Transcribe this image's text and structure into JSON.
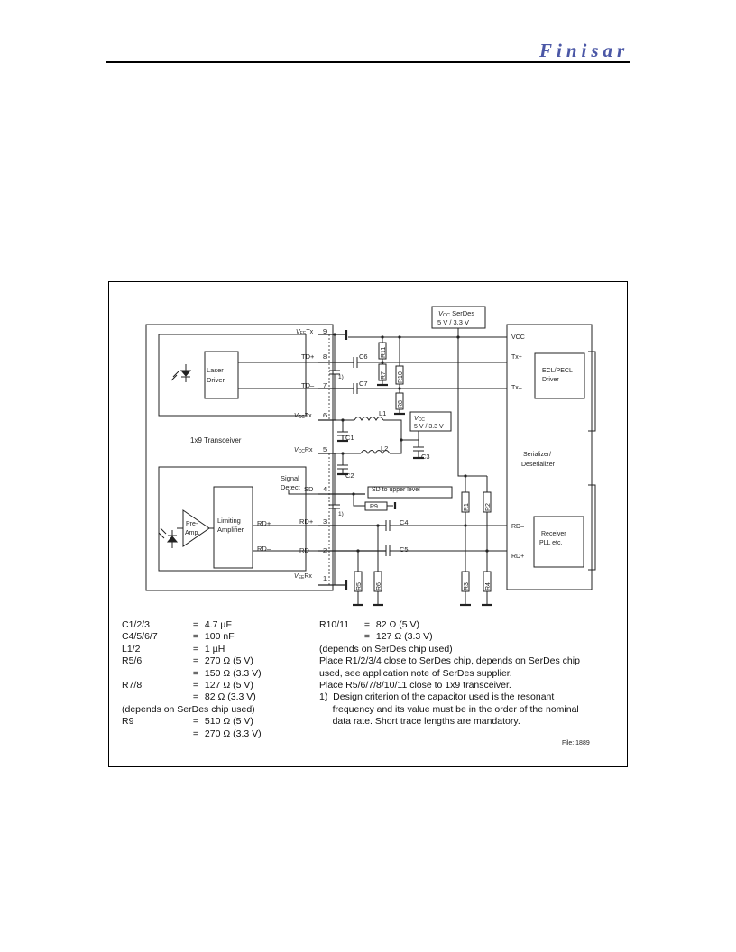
{
  "header": {
    "brand": "Finisar"
  },
  "figure": {
    "transceiver_label": "1x9 Transceiver",
    "laser_driver": [
      "Laser",
      "Driver"
    ],
    "preamp": [
      "Pre-",
      "Amp."
    ],
    "limiting_amp": [
      "Limiting",
      "Amplifier"
    ],
    "signal_detect": [
      "Signal",
      "Detect"
    ],
    "serdes_supply": [
      "SerDes",
      "5 V / 3.3 V"
    ],
    "vcc_supply": "5 V / 3.3 V",
    "serdes_label": [
      "Serializer/",
      "Deserializer"
    ],
    "ecl_driver": [
      "ECL/PECL",
      "Driver"
    ],
    "receiver_pll": [
      "Receiver",
      "PLL etc."
    ],
    "sd_box": "SD to upper level",
    "pins": [
      {
        "num": "9",
        "name": "VEETx"
      },
      {
        "num": "8",
        "name": "TD+"
      },
      {
        "num": "7",
        "name": "TD–"
      },
      {
        "num": "6",
        "name": "VCCTx"
      },
      {
        "num": "5",
        "name": "VCCRx"
      },
      {
        "num": "4",
        "name": "SD"
      },
      {
        "num": "3",
        "name": "RD+"
      },
      {
        "num": "2",
        "name": "RD–"
      },
      {
        "num": "1",
        "name": "VEERx"
      }
    ],
    "left_rd": [
      "RD+",
      "RD–"
    ],
    "serdes_pins": [
      "VCC",
      "Tx+",
      "Tx–",
      "RD–",
      "RD+"
    ],
    "components": {
      "c1": "C1",
      "c2": "C2",
      "c3": "C3",
      "c4": "C4",
      "c5": "C5",
      "c6": "C6",
      "c7": "C7",
      "l1": "L1",
      "l2": "L2",
      "r1": "R1",
      "r2": "R2",
      "r3": "R3",
      "r4": "R4",
      "r5": "R5",
      "r6": "R6",
      "r7": "R7",
      "r8": "R8",
      "r9": "R9",
      "r10": "R10",
      "r11": "R11",
      "note_ref": "1)"
    }
  },
  "notes": {
    "left": [
      {
        "label": "C1/2/3",
        "eq": "=",
        "value": "4.7 µF"
      },
      {
        "label": "C4/5/6/7",
        "eq": "=",
        "value": "100 nF"
      },
      {
        "label": "L1/2",
        "eq": "=",
        "value": "1 µH"
      },
      {
        "label": "R5/6",
        "eq": "=",
        "value": "270 Ω  (5 V)"
      },
      {
        "label": "",
        "eq": "=",
        "value": "150 Ω  (3.3 V)"
      },
      {
        "label": "R7/8",
        "eq": "=",
        "value": "127 Ω  (5 V)"
      },
      {
        "label": "",
        "eq": "=",
        "value": "82 Ω  (3.3 V)"
      },
      {
        "label": "(depends on SerDes chip used)",
        "eq": "",
        "value": ""
      },
      {
        "label": "R9",
        "eq": "=",
        "value": "510 Ω  (5 V)"
      },
      {
        "label": "",
        "eq": "=",
        "value": "270 Ω  (3.3 V)"
      }
    ],
    "right": [
      {
        "label": "R10/11",
        "eq": "=",
        "value": "82 Ω  (5 V)"
      },
      {
        "label": "",
        "eq": "=",
        "value": "127 Ω  (3.3 V)"
      },
      {
        "label": "(depends on SerDes chip used)",
        "eq": "",
        "value": ""
      },
      {
        "label": "Place R1/2/3/4 close to SerDes chip, depends on SerDes chip",
        "eq": "",
        "value": ""
      },
      {
        "label": "used, see application note of SerDes supplier.",
        "eq": "",
        "value": ""
      },
      {
        "label": "Place R5/6/7/8/10/11 close to 1x9 transceiver.",
        "eq": "",
        "value": ""
      },
      {
        "label": "1)  Design criterion of the capacitor used is the resonant",
        "eq": "",
        "value": ""
      },
      {
        "label": "     frequency and its value must be in the order of the nominal",
        "eq": "",
        "value": ""
      },
      {
        "label": "     data rate. Short trace lengths are mandatory.",
        "eq": "",
        "value": ""
      }
    ],
    "file_id": "File: 1889"
  }
}
